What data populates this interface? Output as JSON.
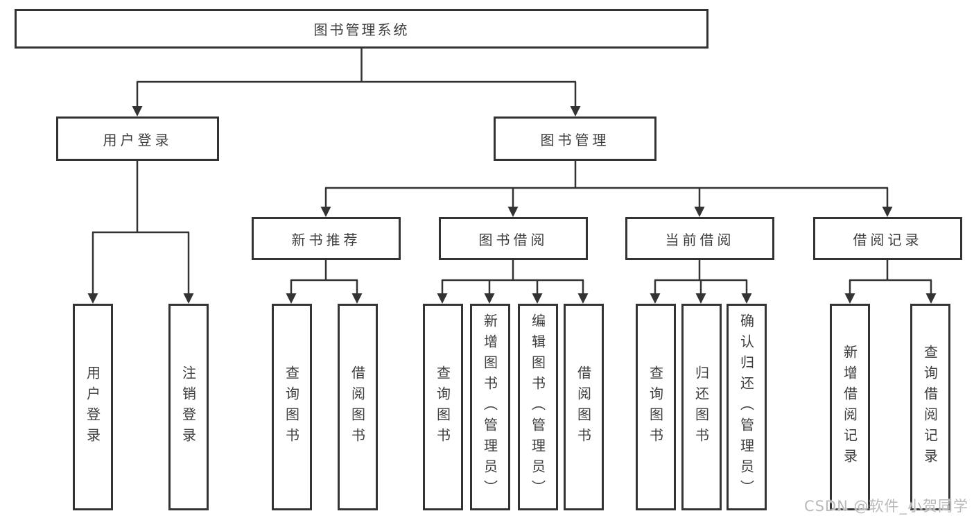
{
  "colors": {
    "background": "#ffffff",
    "box_border": "#333333",
    "connector_line": "#333333",
    "node_text": "#3d3d3d",
    "watermark_text": "#b9b9b9"
  },
  "tree": {
    "label": "图书管理系统",
    "children": [
      {
        "label": "用户登录",
        "children": [
          {
            "label": "用户登录"
          },
          {
            "label": "注销登录"
          }
        ]
      },
      {
        "label": "图书管理",
        "children": [
          {
            "label": "新书推荐",
            "children": [
              {
                "label": "查询图书"
              },
              {
                "label": "借阅图书"
              }
            ]
          },
          {
            "label": "图书借阅",
            "children": [
              {
                "label": "查询图书"
              },
              {
                "label": "新增图书（管理员）"
              },
              {
                "label": "编辑图书（管理员）"
              },
              {
                "label": "借阅图书"
              }
            ]
          },
          {
            "label": "当前借阅",
            "children": [
              {
                "label": "查询图书"
              },
              {
                "label": "归还图书"
              },
              {
                "label": "确认归还（管理员）"
              }
            ]
          },
          {
            "label": "借阅记录",
            "children": [
              {
                "label": "新增借阅记录"
              },
              {
                "label": "查询借阅记录"
              }
            ]
          }
        ]
      }
    ]
  },
  "watermark": {
    "text": "CSDN @软件_小贺同学"
  }
}
